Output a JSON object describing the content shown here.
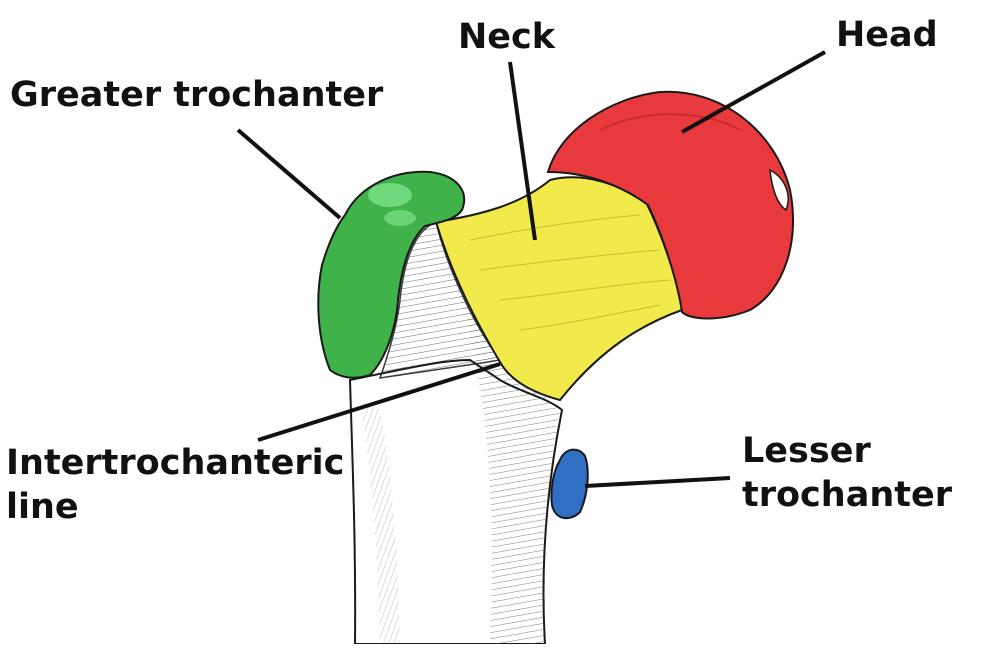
{
  "labels": {
    "greater_trochanter": "Greater trochanter",
    "neck": "Neck",
    "head": "Head",
    "intertrochanteric_line": "Intertrochanteric\nline",
    "lesser_trochanter": "Lesser\ntrochanter"
  },
  "colors": {
    "head": "#e8393c",
    "neck": "#f2ea4a",
    "greater_trochanter": "#3fb24a",
    "lesser_trochanter": "#2f6fc4",
    "bone": "#ffffff",
    "outline": "#1a1a1a",
    "leader_line": "#111111"
  }
}
